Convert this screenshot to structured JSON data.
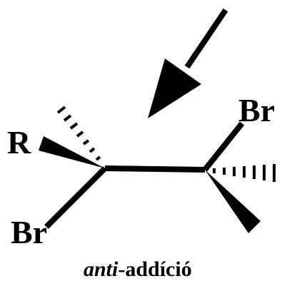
{
  "labels": {
    "r": "R",
    "br_top_right": "Br",
    "br_bottom_left": "Br"
  },
  "caption": {
    "italic": "anti",
    "rest": "-addíció"
  },
  "colors": {
    "ink": "#000000",
    "background": "#ffffff"
  }
}
